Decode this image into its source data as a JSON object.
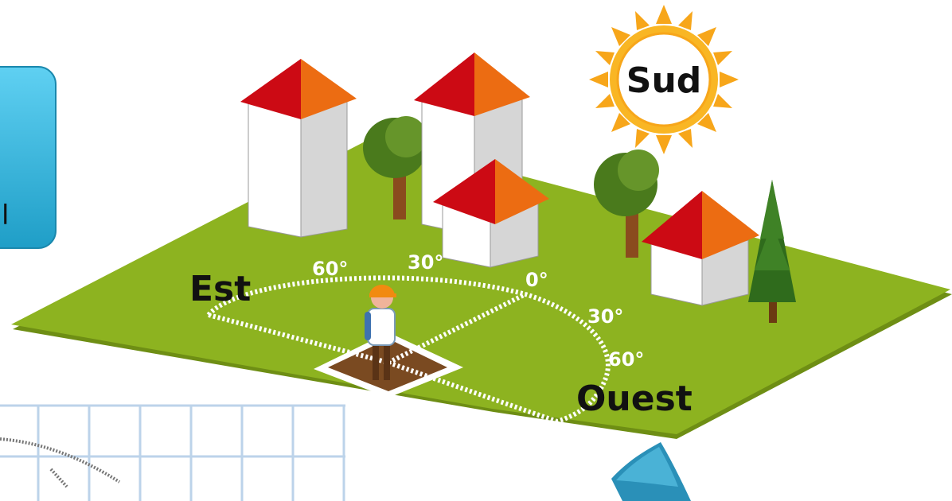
{
  "labels": {
    "sun": "Sud",
    "east": "Est",
    "west": "Ouest",
    "side_button_fragment": "l"
  },
  "degrees": {
    "east_60": "60°",
    "east_30": "30°",
    "center_0": "0°",
    "west_30": "30°",
    "west_60": "60°"
  },
  "colors": {
    "ground": "#8db320",
    "ground_shadow": "#6e8e14",
    "roof_red": "#cc0a14",
    "roof_orange": "#ec6c12",
    "sun_fill": "#f9b624",
    "side_button": "#2cb6de",
    "plot_brown": "#7a4a21",
    "grid_line": "#bcd3ea"
  },
  "icons": [
    "sun-icon",
    "house-icon",
    "tree-icon",
    "pine-tree-icon",
    "person-icon"
  ]
}
